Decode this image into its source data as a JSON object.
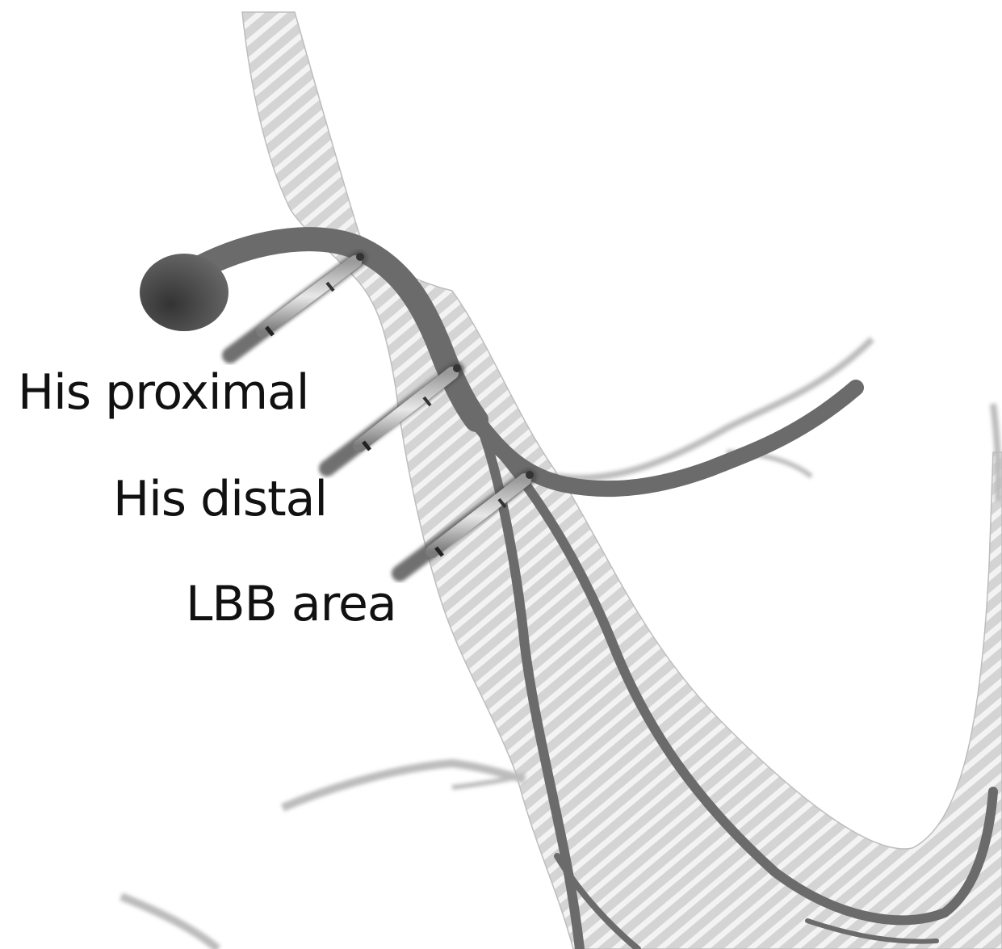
{
  "labels": {
    "his_proximal": "His proximal",
    "his_distal": "His distal",
    "lbb_area": "LBB area"
  },
  "colors": {
    "background": "#ffffff",
    "septum_fill": "#d6d6d6",
    "septum_stripe": "#f4f4f4",
    "conduction_system": "#6b6b6b",
    "lead": "#5a5a5a",
    "text": "#111111"
  }
}
